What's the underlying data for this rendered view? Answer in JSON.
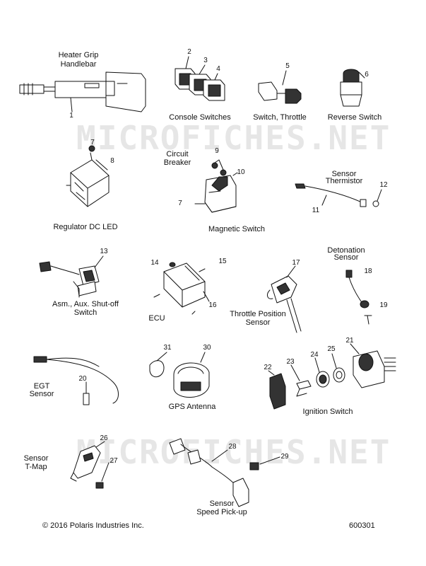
{
  "watermark": "MICROFICHES.NET",
  "footer": {
    "copyright": "© 2016 Polaris Industries Inc.",
    "figure_number": "600301"
  },
  "labels": {
    "heater_grip_1": "Heater Grip",
    "heater_grip_2": "Handlebar",
    "console_switches": "Console Switches",
    "switch_throttle": "Switch, Throttle",
    "reverse_switch": "Reverse Switch",
    "circuit_breaker_1": "Circuit",
    "circuit_breaker_2": "Breaker",
    "sensor_thermistor_1": "Sensor",
    "sensor_thermistor_2": "Thermistor",
    "regulator_dc_led": "Regulator DC LED",
    "magnetic_switch": "Magnetic Switch",
    "detonation_sensor_1": "Detonation",
    "detonation_sensor_2": "Sensor",
    "shutoff_switch_1": "Asm., Aux. Shut-off",
    "shutoff_switch_2": "Switch",
    "ecu": "ECU",
    "throttle_position_1": "Throttle Position",
    "throttle_position_2": "Sensor",
    "egt_sensor_1": "EGT",
    "egt_sensor_2": "Sensor",
    "gps_antenna": "GPS Antenna",
    "ignition_switch": "Ignition Switch",
    "sensor_tmap_1": "Sensor",
    "sensor_tmap_2": "T-Map",
    "speed_pickup_1": "Sensor",
    "speed_pickup_2": "Speed Pick-up"
  },
  "callouts": {
    "n1": "1",
    "n2": "2",
    "n3": "3",
    "n4": "4",
    "n5": "5",
    "n6": "6",
    "n7a": "7",
    "n7b": "7",
    "n8": "8",
    "n9": "9",
    "n10": "10",
    "n11": "11",
    "n12": "12",
    "n13": "13",
    "n14": "14",
    "n15": "15",
    "n16": "16",
    "n17": "17",
    "n18": "18",
    "n19": "19",
    "n20": "20",
    "n21": "21",
    "n22": "22",
    "n23": "23",
    "n24": "24",
    "n25": "25",
    "n26": "26",
    "n27": "27",
    "n28": "28",
    "n29": "29",
    "n30": "30",
    "n31": "31"
  }
}
